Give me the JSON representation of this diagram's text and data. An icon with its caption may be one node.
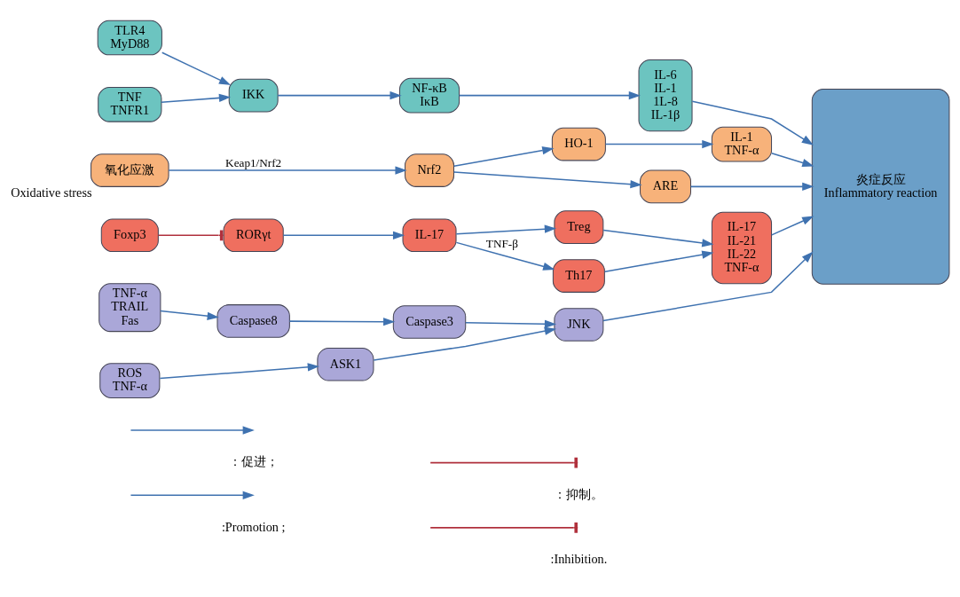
{
  "diagram": {
    "nodes": [
      {
        "text": [
          "TLR4",
          "MyD88"
        ]
      },
      {
        "text": [
          "TNF",
          "TNFR1"
        ]
      },
      {
        "text": [
          "IKK"
        ]
      },
      {
        "text": [
          "NF-κB",
          "IκB"
        ]
      },
      {
        "text": [
          "IL-6",
          "IL-1",
          "1L-8",
          "IL-1β"
        ]
      },
      {
        "text": [
          "氧化应激"
        ],
        "beside": [
          "Oxidative stress"
        ]
      },
      {
        "text": [
          "Nrf2"
        ]
      },
      {
        "text": [
          "ARE"
        ]
      },
      {
        "text": [
          "HO-1"
        ]
      },
      {
        "text": [
          "IL-1",
          "TNF-α"
        ]
      },
      {
        "text": [
          "Foxp3"
        ]
      },
      {
        "text": [
          "RORγt"
        ]
      },
      {
        "text": [
          "IL-17"
        ]
      },
      {
        "text": [
          "Th17"
        ]
      },
      {
        "text": [
          "Treg"
        ]
      },
      {
        "text": [
          "IL-17",
          "IL-21",
          "IL-22",
          "TNF-α"
        ]
      },
      {
        "text": [
          "TNF-α",
          "TRAIL",
          "Fas"
        ]
      },
      {
        "text": [
          "Caspase8"
        ]
      },
      {
        "text": [
          "Caspase3"
        ]
      },
      {
        "text": [
          "ROS",
          "TNF-α"
        ]
      },
      {
        "text": [
          "ASK1"
        ]
      },
      {
        "text": [
          "JNK"
        ]
      },
      {
        "text": [
          "炎症反应",
          "Inflammatory reaction"
        ]
      }
    ],
    "edges": [
      {
        "from": 0,
        "to": 2,
        "arrow": "to"
      },
      {
        "from": 1,
        "to": 2,
        "arrow": "to"
      },
      {
        "from": 2,
        "to": 3,
        "arrow": "to"
      },
      {
        "from": 3,
        "to": 4,
        "arrow": "to"
      },
      {
        "from": 4,
        "to": 22,
        "arrow": "to"
      },
      {
        "from": 5,
        "to": 6,
        "arrow": "to",
        "label": "Keap1/Nrf2"
      },
      {
        "from": 6,
        "to": 7,
        "arrow": "to"
      },
      {
        "from": 6,
        "to": 8,
        "arrow": "to"
      },
      {
        "from": 7,
        "to": 22,
        "arrow": "to"
      },
      {
        "from": 8,
        "to": 9,
        "arrow": "to"
      },
      {
        "from": 9,
        "to": 22,
        "arrow": "to"
      },
      {
        "from": 10,
        "to": 11,
        "arrow": "other",
        "color": "#b0303c"
      },
      {
        "from": 11,
        "to": 12,
        "arrow": "to"
      },
      {
        "from": 12,
        "to": 13,
        "arrow": "to",
        "label": "TNF-β"
      },
      {
        "from": 12,
        "to": 14,
        "arrow": "to"
      },
      {
        "from": 13,
        "to": 15,
        "arrow": "to"
      },
      {
        "from": 14,
        "to": 15,
        "arrow": "to"
      },
      {
        "from": 15,
        "to": 22,
        "arrow": "to"
      },
      {
        "from": 16,
        "to": 17,
        "arrow": "to"
      },
      {
        "from": 17,
        "to": 18,
        "arrow": "to"
      },
      {
        "from": 18,
        "to": 21,
        "arrow": "to"
      },
      {
        "from": 19,
        "to": 20,
        "arrow": "to"
      },
      {
        "from": 20,
        "to": 21,
        "arrow": "to"
      },
      {
        "from": 21,
        "to": 22,
        "arrow": "to"
      }
    ],
    "legend": [
      {
        "text": "：促进；"
      },
      {
        "text": "：抑制。"
      },
      {
        "text": ":Promotion ;"
      },
      {
        "text": ":Inhibition."
      }
    ]
  }
}
